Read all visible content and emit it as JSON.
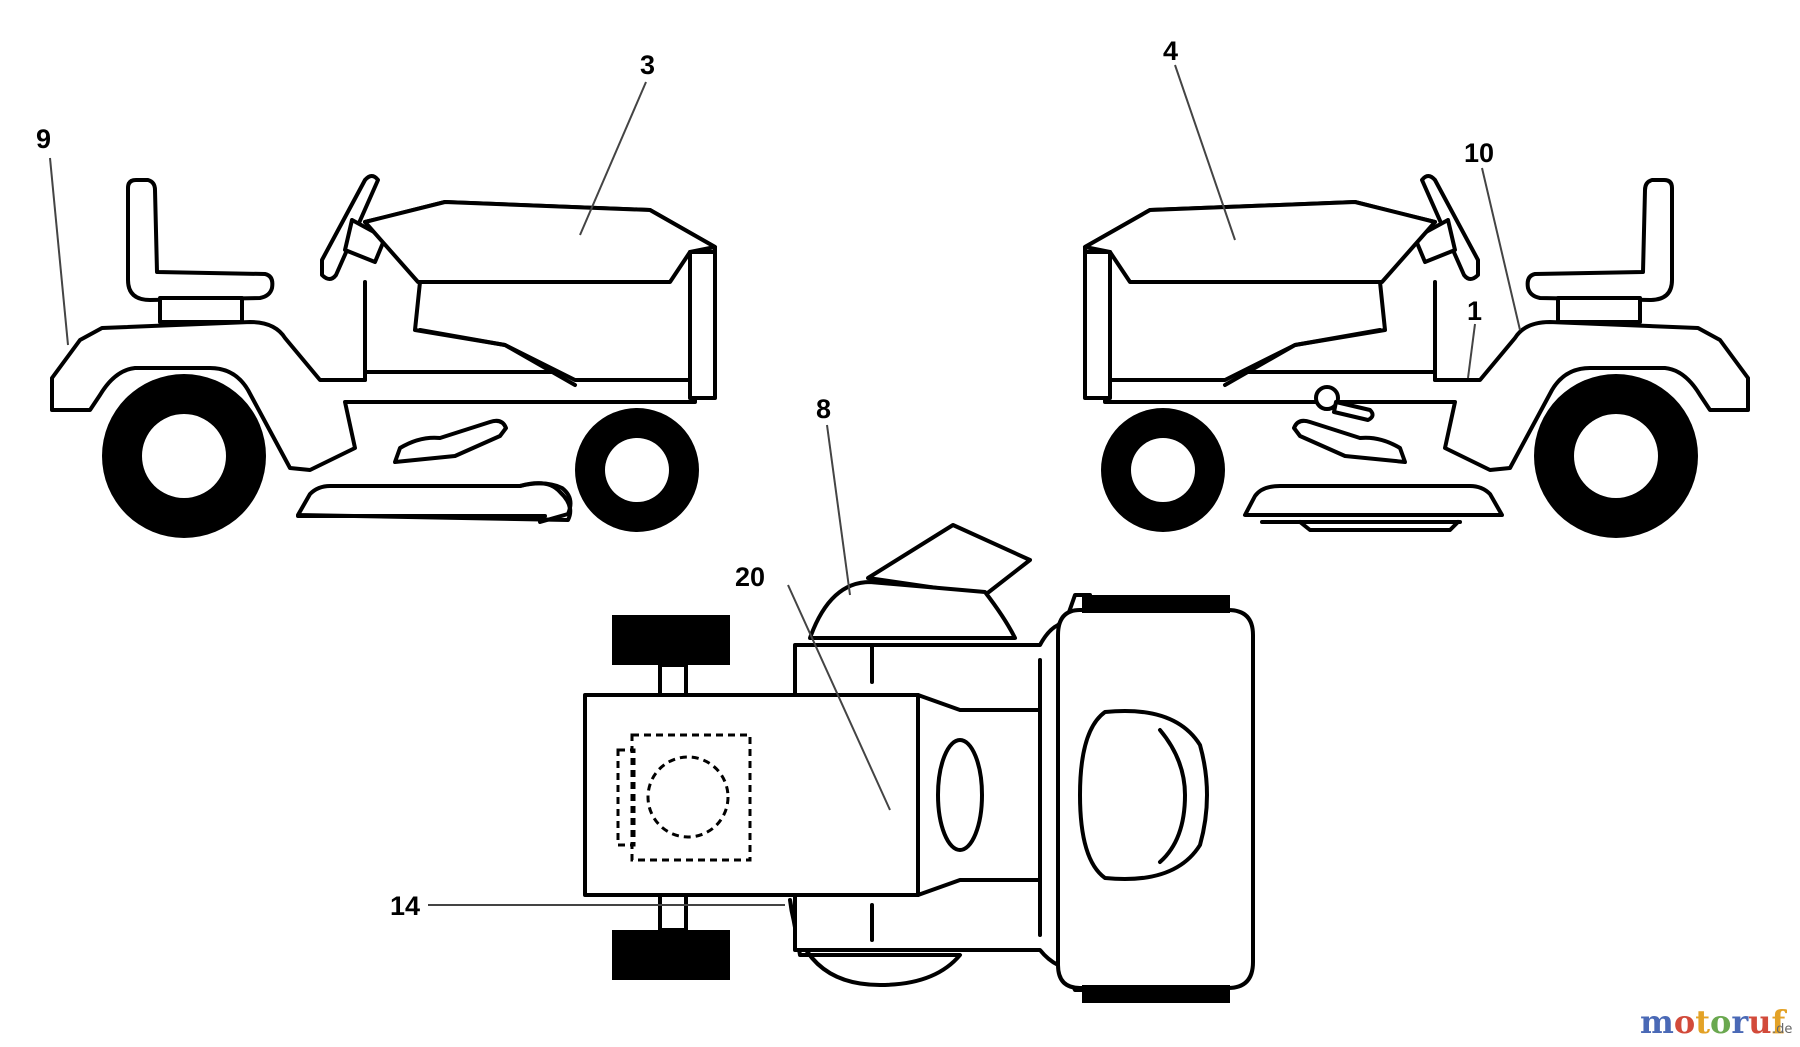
{
  "callouts": {
    "c1": "1",
    "c3": "3",
    "c4": "4",
    "c8": "8",
    "c9": "9",
    "c10": "10",
    "c14": "14",
    "c20": "20"
  },
  "watermark": {
    "letters": [
      "m",
      "o",
      "t",
      "o",
      "r",
      "u",
      "f"
    ],
    "colors": [
      "#4a69b6",
      "#d24a3a",
      "#e3a227",
      "#6aa84f",
      "#4a69b6",
      "#d24a3a",
      "#e3a227"
    ],
    "suffix": ".de"
  }
}
